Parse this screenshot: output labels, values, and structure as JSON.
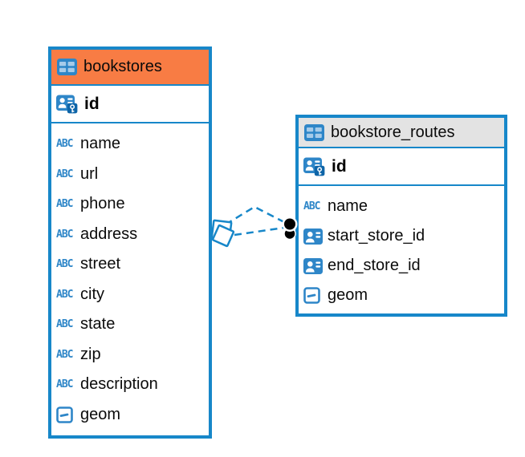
{
  "diagram": {
    "background": "#ffffff",
    "accent_blue": "#1787c9",
    "icon_blue": "#2e86c8",
    "bookstores_header_color": "#f87c44",
    "routes_header_color": "#e3e3e3"
  },
  "icons": {
    "abc_label": "ABC"
  },
  "tables": [
    {
      "name": "bookstores",
      "header_icon": "table-icon",
      "header_color": "#f87c44",
      "primary_key": {
        "label": "id",
        "icon": "primary-key-icon"
      },
      "fields": [
        {
          "label": "name",
          "type": "text",
          "icon": "text-type-icon"
        },
        {
          "label": "url",
          "type": "text",
          "icon": "text-type-icon"
        },
        {
          "label": "phone",
          "type": "text",
          "icon": "text-type-icon"
        },
        {
          "label": "address",
          "type": "text",
          "icon": "text-type-icon"
        },
        {
          "label": "street",
          "type": "text",
          "icon": "text-type-icon"
        },
        {
          "label": "city",
          "type": "text",
          "icon": "text-type-icon"
        },
        {
          "label": "state",
          "type": "text",
          "icon": "text-type-icon"
        },
        {
          "label": "zip",
          "type": "text",
          "icon": "text-type-icon"
        },
        {
          "label": "description",
          "type": "text",
          "icon": "text-type-icon"
        },
        {
          "label": "geom",
          "type": "geometry",
          "icon": "geometry-type-icon"
        }
      ]
    },
    {
      "name": "bookstore_routes",
      "header_icon": "table-icon",
      "header_color": "#e3e3e3",
      "primary_key": {
        "label": "id",
        "icon": "primary-key-icon"
      },
      "fields": [
        {
          "label": "name",
          "type": "text",
          "icon": "text-type-icon"
        },
        {
          "label": "start_store_id",
          "type": "reference",
          "icon": "reference-type-icon"
        },
        {
          "label": "end_store_id",
          "type": "reference",
          "icon": "reference-type-icon"
        },
        {
          "label": "geom",
          "type": "geometry",
          "icon": "geometry-type-icon"
        }
      ]
    }
  ],
  "relationships": [
    {
      "from_table": "bookstores",
      "to_table": "bookstore_routes",
      "style": "dashed"
    },
    {
      "from_table": "bookstores",
      "to_table": "bookstore_routes",
      "style": "dashed"
    }
  ]
}
